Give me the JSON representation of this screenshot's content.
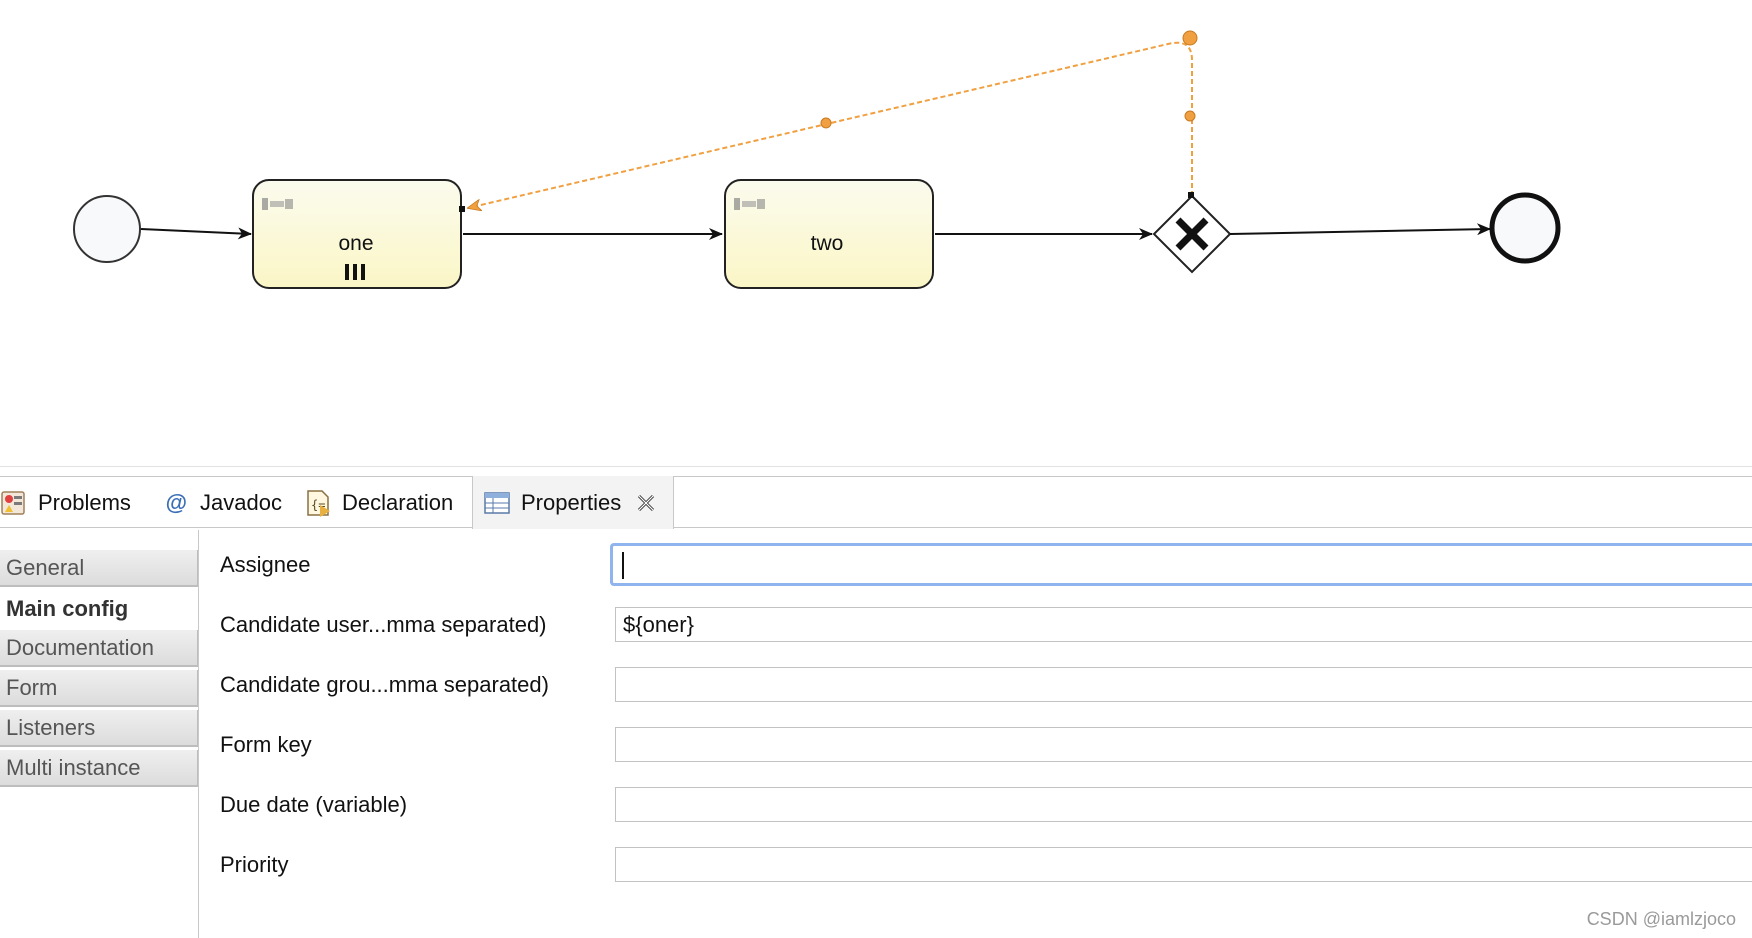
{
  "diagram": {
    "task_one_label": "one",
    "task_two_label": "two"
  },
  "tabs": [
    {
      "label": "Problems",
      "icon": "problems-icon"
    },
    {
      "label": "Javadoc",
      "icon": "javadoc-at-icon"
    },
    {
      "label": "Declaration",
      "icon": "declaration-icon"
    },
    {
      "label": "Properties",
      "icon": "properties-table-icon",
      "active": true
    }
  ],
  "sidebar": {
    "items": [
      {
        "label": "General"
      },
      {
        "label": "Main config",
        "selected": true
      },
      {
        "label": "Documentation"
      },
      {
        "label": "Form"
      },
      {
        "label": "Listeners"
      },
      {
        "label": "Multi instance"
      }
    ]
  },
  "properties": [
    {
      "label": "Assignee",
      "value": ""
    },
    {
      "label": "Candidate user...mma separated)",
      "value": "${oner}"
    },
    {
      "label": "Candidate grou...mma separated)",
      "value": ""
    },
    {
      "label": "Form key",
      "value": ""
    },
    {
      "label": "Due date (variable)",
      "value": ""
    },
    {
      "label": "Priority",
      "value": ""
    }
  ],
  "watermark": "CSDN @iamlzjoco",
  "colors": {
    "task_fill_top": "#fafae6",
    "task_fill_bottom": "#fbf8c8",
    "selected_flow": "#f0a040",
    "focus_ring": "#8fb4ee"
  }
}
